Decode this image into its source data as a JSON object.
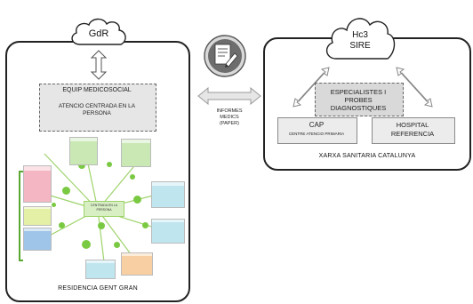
{
  "left_panel": {
    "cloud_label": "GdR",
    "equip": "EQUIP MEDICOSOCIAL",
    "atencio": "ATENCIO CENTRADA EN LA PERSONA",
    "center_node": "CENTRADA EN LA PERSONA",
    "footer": "RESIDENCIA GENT GRAN"
  },
  "middle": {
    "label_line1": "INFORMES",
    "label_line2": "MEDICS",
    "label_line3": "(PAPER)"
  },
  "right_panel": {
    "cloud_line1": "Hc3",
    "cloud_line2": "SIRE",
    "especialistes": "ESPECIALISTES I PROBES DIAGNOSTIQUES",
    "cap_title": "CAP",
    "cap_sub": "CENTRE ATENCIO PRIMARIA",
    "hospital_line1": "HOSPITAL",
    "hospital_line2": "REFERENCIA",
    "footer": "XARXA SANITARIA CATALUNYA"
  },
  "colors": {
    "green": "#7ac943",
    "pink": "#f4b6c2",
    "lightgreen": "#c9e8b4",
    "yellowgreen": "#e3f0a6",
    "blue": "#9fc5e8",
    "cyan": "#bfe6ef",
    "peach": "#f7cfa3",
    "grey_box": "#ececec"
  },
  "icons": {
    "document": "document-edit-icon",
    "arrow": "double-arrow-icon"
  }
}
